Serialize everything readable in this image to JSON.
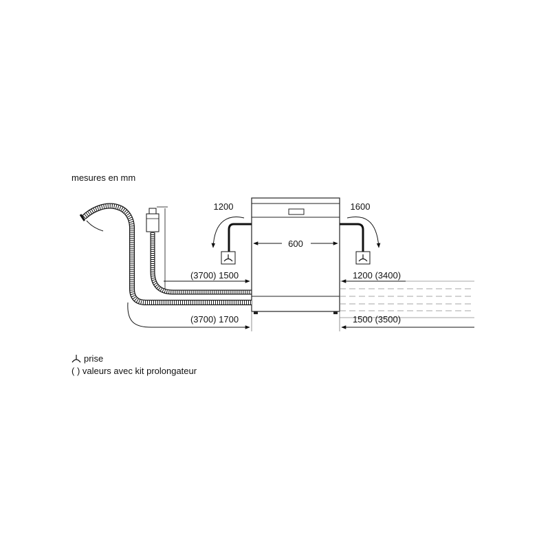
{
  "units_caption": "mesures en mm",
  "dimensions": {
    "width": "600",
    "left_outlet": "1200",
    "right_outlet": "1600",
    "left_upper": "(3700) 1500",
    "left_lower": "(3700) 1700",
    "right_upper": "1200 (3400)",
    "right_lower": "1500 (3500)"
  },
  "legend": {
    "socket_label": "prise",
    "extension_label": "( ) valeurs avec kit prolongateur"
  }
}
